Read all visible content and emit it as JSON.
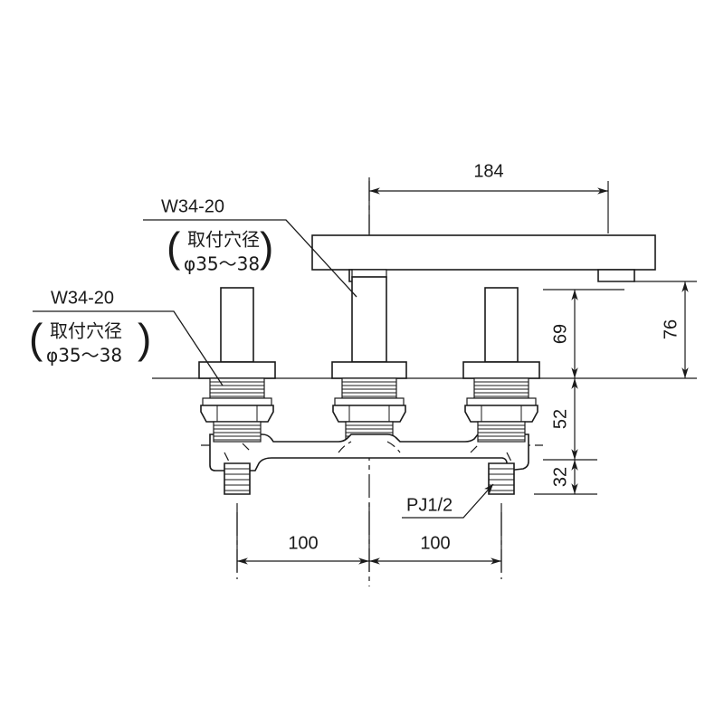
{
  "drawing": {
    "type": "technical-dimension-drawing",
    "subject": "deck-mounted two-handle mixing faucet",
    "background_color": "#ffffff",
    "line_color": "#1a1a1a",
    "units": "mm"
  },
  "dimensions": {
    "spout_reach": "184",
    "spout_height_above_deck": "69",
    "overall_height_above_deck": "76",
    "depth_below_deck_to_body": "52",
    "depth_body_to_inlet_end": "32",
    "left_center_spacing": "100",
    "right_center_spacing": "100"
  },
  "labels": {
    "thread_spec_upper": "W34-20",
    "thread_spec_lower": "W34-20",
    "hole_note_line1_upper": "取付穴径",
    "hole_note_line2_upper": "φ35〜38",
    "hole_note_line1_lower": "取付穴径",
    "hole_note_line2_lower": "φ35〜38",
    "paren_open": "(",
    "paren_close": ")",
    "inlet_thread": "PJ1/2"
  }
}
